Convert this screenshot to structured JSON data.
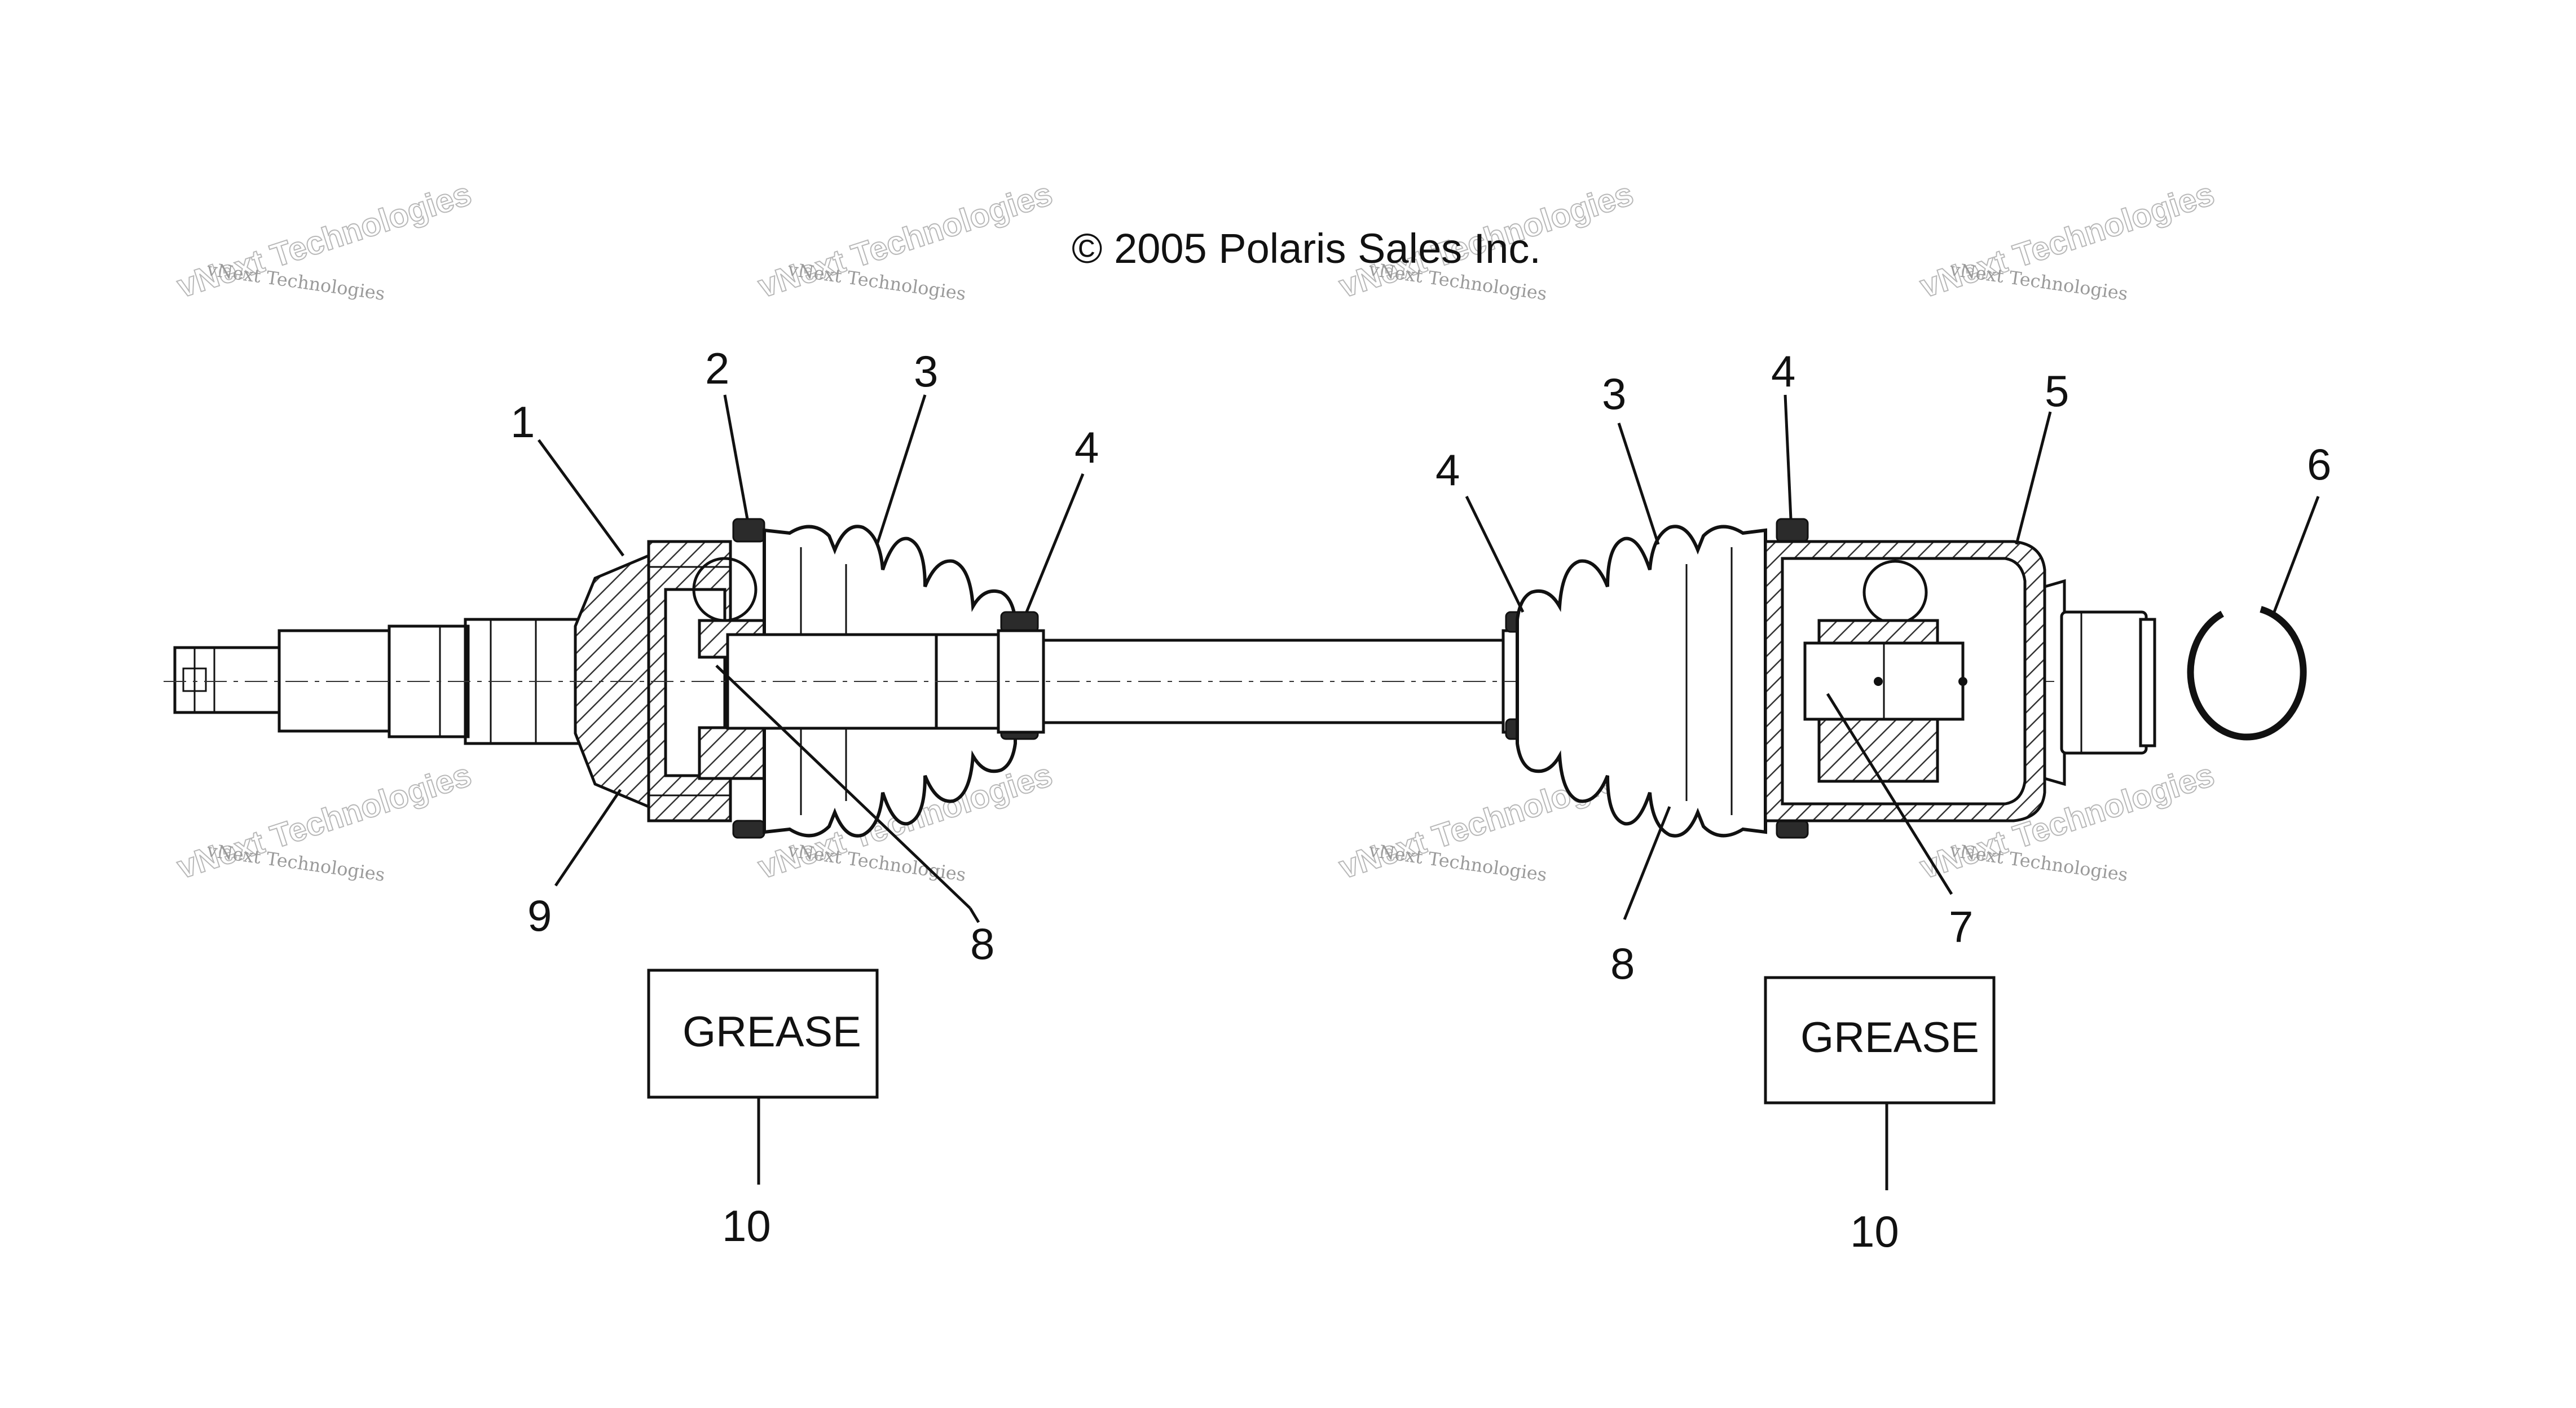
{
  "copyright": "© 2005 Polaris Sales Inc.",
  "watermark": {
    "line1": "vNext Technologies",
    "line2": "vNext Technologies"
  },
  "callouts": {
    "c1": "1",
    "c2": "2",
    "c3a": "3",
    "c4a": "4",
    "c9": "9",
    "c8a": "8",
    "c4b": "4",
    "c3b": "3",
    "c4c": "4",
    "c5": "5",
    "c6": "6",
    "c7": "7",
    "c8b": "8",
    "c10a": "10",
    "c10b": "10"
  },
  "grease_boxes": {
    "left_label": "GREASE",
    "right_label": "GREASE"
  },
  "icons": [
    "drive-axle-assembly-diagram",
    "retaining-ring-icon"
  ]
}
